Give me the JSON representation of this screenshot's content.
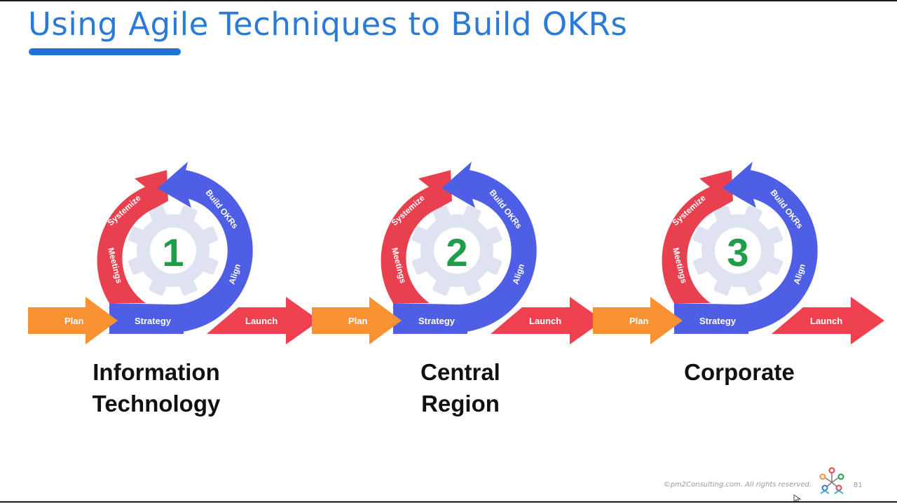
{
  "slide": {
    "title": "Using Agile Techniques to Build OKRs",
    "footer_copyright": "©pm2Consulting.com. All rights reserved.",
    "page_number": "81"
  },
  "colors": {
    "title": "#2b7bd6",
    "underline": "#1f72d8",
    "plan_arrow": "#f79232",
    "launch_arrow": "#ef4050",
    "red_arc": "#e8404e",
    "blue_arc": "#4e5fe6",
    "gear": "#dfe2f0",
    "number": "#1e9e4a"
  },
  "cycles": [
    {
      "number": "1",
      "name_line1": "Information",
      "name_line2": "Technology",
      "labels": {
        "plan": "Plan",
        "strategy": "Strategy",
        "launch": "Launch",
        "meetings": "Meetings",
        "systemize": "Systemize",
        "build_okrs": "Build OKRs",
        "align": "Align"
      }
    },
    {
      "number": "2",
      "name_line1": "Central",
      "name_line2": "Region",
      "labels": {
        "plan": "Plan",
        "strategy": "Strategy",
        "launch": "Launch",
        "meetings": "Meetings",
        "systemize": "Systemize",
        "build_okrs": "Build OKRs",
        "align": "Align"
      }
    },
    {
      "number": "3",
      "name_line1": "Corporate",
      "name_line2": "",
      "labels": {
        "plan": "Plan",
        "strategy": "Strategy",
        "launch": "Launch",
        "meetings": "Meetings",
        "systemize": "Systemize",
        "build_okrs": "Build OKRs",
        "align": "Align"
      }
    }
  ]
}
